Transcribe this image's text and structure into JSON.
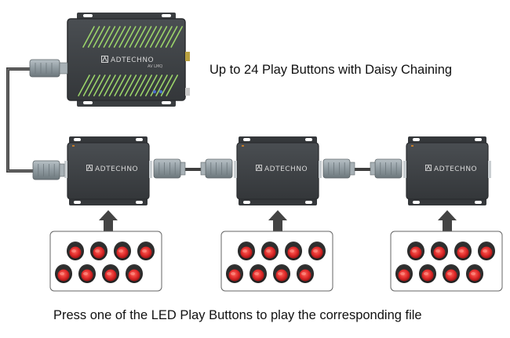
{
  "title": "Up to 24 Play Buttons with Daisy Chaining",
  "caption": "Press one of the LED Play Buttons to play the corresponding file",
  "brand": "ADTECHNO",
  "player_sublabel": "AV LMQ",
  "colors": {
    "device_body": "#3f4347",
    "device_edge": "#2a2c2f",
    "button_red": "#e02a2a",
    "button_dark": "#2b2b2b",
    "cable": "#4a4a4a",
    "connector": "#8f9aa0",
    "arrow": "#444444"
  },
  "button_groups": [
    {
      "top_row": 4,
      "bottom_row": 4
    },
    {
      "top_row": 4,
      "bottom_row": 4
    },
    {
      "top_row": 4,
      "bottom_row": 4
    }
  ]
}
